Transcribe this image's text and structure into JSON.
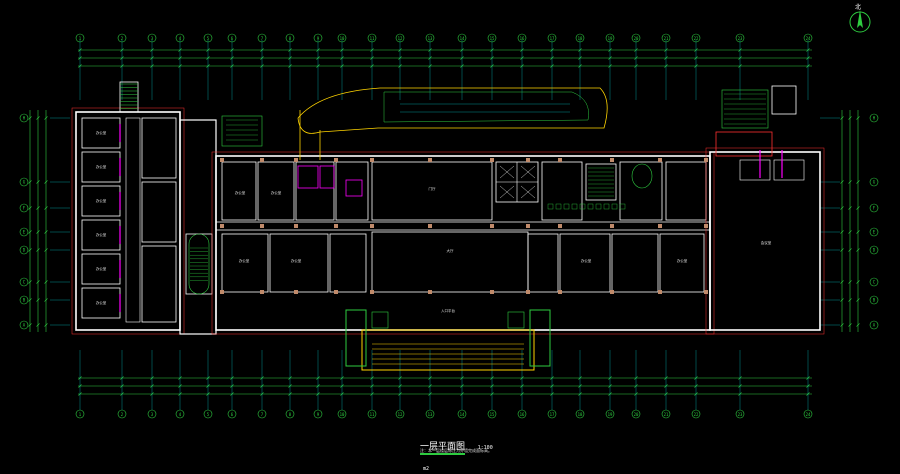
{
  "drawing": {
    "title": "一层平面图",
    "scale": "1:100",
    "area": "m2",
    "note": "注：本一层楼层标注为外墙完成面标高。",
    "north_label": "北"
  },
  "grid_top": [
    "1",
    "2",
    "3",
    "4",
    "5",
    "6",
    "7",
    "8",
    "9",
    "10",
    "11",
    "12",
    "13",
    "14",
    "15",
    "16",
    "17",
    "18",
    "19",
    "20",
    "21",
    "22",
    "23",
    "24"
  ],
  "grid_side": [
    "A",
    "B",
    "C",
    "D",
    "E",
    "F",
    "G",
    "H"
  ],
  "rooms": [
    {
      "id": "left-1",
      "label": "办公室"
    },
    {
      "id": "left-2",
      "label": "办公室"
    },
    {
      "id": "left-3",
      "label": "办公室"
    },
    {
      "id": "left-4",
      "label": "办公室"
    },
    {
      "id": "left-5",
      "label": "办公室"
    },
    {
      "id": "left-6",
      "label": "办公室"
    },
    {
      "id": "hall",
      "label": "门厅"
    },
    {
      "id": "lobby",
      "label": "大厅"
    },
    {
      "id": "right-hall",
      "label": "会议室"
    },
    {
      "id": "mid-1",
      "label": "办公室"
    },
    {
      "id": "mid-2",
      "label": "办公室"
    },
    {
      "id": "mid-3",
      "label": "办公室"
    },
    {
      "id": "mid-4",
      "label": "办公室"
    },
    {
      "id": "mid-5",
      "label": "办公室"
    },
    {
      "id": "mid-6",
      "label": "办公室"
    },
    {
      "id": "entrance",
      "label": "入口平台"
    }
  ],
  "colors": {
    "wall": "#ffffff",
    "dim": "#2ecc40",
    "grid": "#00b3b3",
    "axis": "#ffd400",
    "accent": "#ff00ff",
    "red": "#ff3030",
    "column": "#c08a6a",
    "room": "#e0e0e0"
  }
}
